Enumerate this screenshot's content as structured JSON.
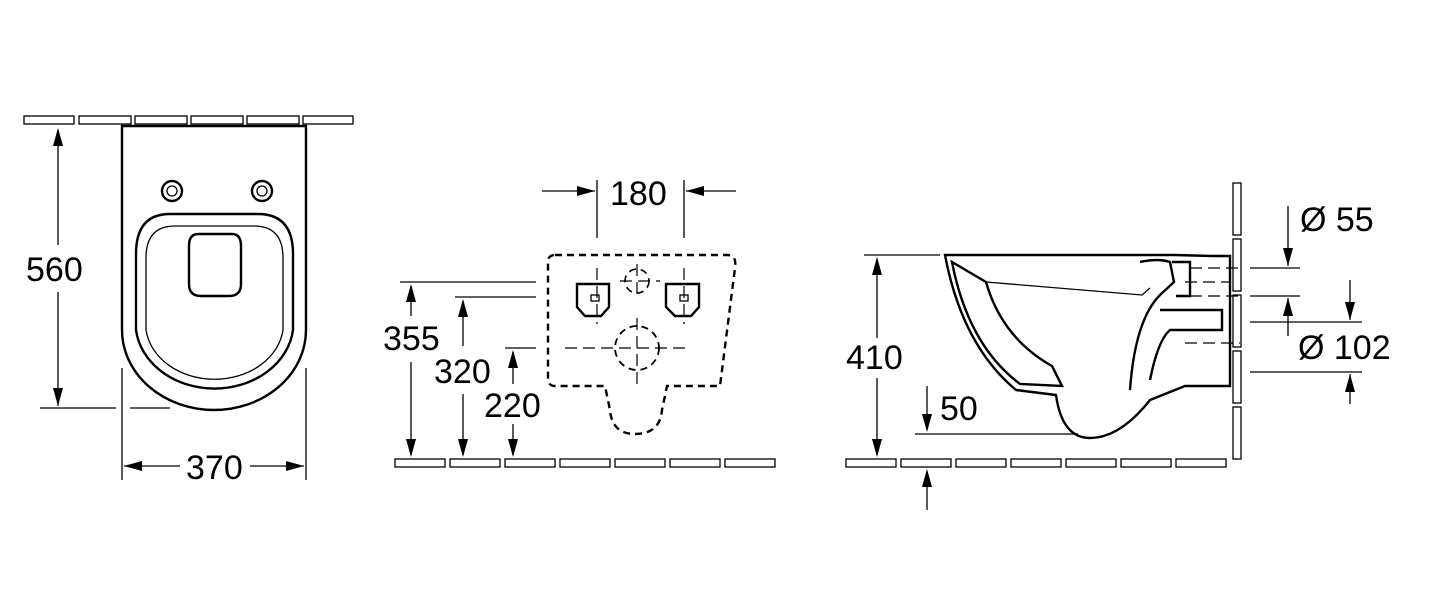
{
  "dimensions": {
    "top_view": {
      "depth": "560",
      "width": "370"
    },
    "front_view": {
      "bolt_spacing": "180",
      "outlet_height": "355",
      "bolt_height": "320",
      "pipe_height": "220"
    },
    "side_view": {
      "height": "410",
      "floor_clearance": "50",
      "inlet_diameter": "Ø 55",
      "outlet_diameter": "Ø 102"
    }
  }
}
